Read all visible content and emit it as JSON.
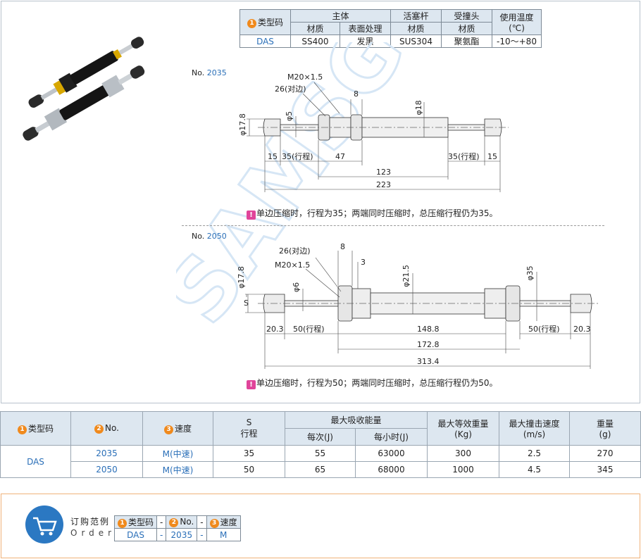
{
  "material_table": {
    "type_code_label": "类型码",
    "col_body": "主体",
    "col_rod": "活塞杆",
    "col_head": "受撞头",
    "col_temp": "使用温度",
    "temp_unit": "(℃)",
    "sub_material": "材质",
    "sub_surface": "表面处理",
    "row_type": "DAS",
    "row_body_material": "SS400",
    "row_surface": "发黑",
    "row_rod_material": "SUS304",
    "row_head_material": "聚氨酯",
    "row_temp": "-10～+80"
  },
  "badges": {
    "one": "1",
    "two": "2",
    "three": "3"
  },
  "drawing_2035": {
    "no_prefix": "No.",
    "no_value": "2035",
    "thread": "M20×1.5",
    "across_flats": "26(对边)",
    "dim_8": "8",
    "dia_178": "φ17.8",
    "dia_5": "φ5",
    "dia_18": "φ18",
    "dim_15_left": "15",
    "dim_stroke_left": "35(行程)",
    "dim_47": "47",
    "dim_stroke_right": "35(行程)",
    "dim_15_right": "15",
    "dim_123": "123",
    "dim_223": "223",
    "note": "单边压缩时，行程为35；两端同时压缩时，总压缩行程仍为35。"
  },
  "drawing_2050": {
    "no_prefix": "No.",
    "no_value": "2050",
    "across_flats": "26(对边)",
    "thread": "M20×1.5",
    "dim_8": "8",
    "dim_3": "3",
    "dia_178": "φ17.8",
    "dia_6": "φ6",
    "dia_215": "φ21.5",
    "dia_35": "φ35",
    "dim_s": "S",
    "dim_203_left": "20.3",
    "dim_stroke_left": "50(行程)",
    "dim_1488": "148.8",
    "dim_stroke_right": "50(行程)",
    "dim_203_right": "20.3",
    "dim_1728": "172.8",
    "dim_3134": "313.4",
    "note": "单边压缩时，行程为50；两端同时压缩时，总压缩行程仍为50。"
  },
  "watermark": "SAMSG",
  "spec_table": {
    "h_type": "类型码",
    "h_no": "No.",
    "h_speed": "速度",
    "h_s": "S",
    "h_stroke": "行程",
    "h_energy": "最大吸收能量",
    "h_per_cycle": "每次(J)",
    "h_per_hour": "每小时(J)",
    "h_eq_weight": "最大等效重量",
    "h_eq_weight_unit": "(Kg)",
    "h_impact_speed": "最大撞击速度",
    "h_impact_unit": "(m/s)",
    "h_weight": "重量",
    "h_weight_unit": "(g)",
    "type": "DAS",
    "rows": [
      {
        "no": "2035",
        "speed": "M(中速)",
        "stroke": "35",
        "per_cycle": "55",
        "per_hour": "63000",
        "eq_weight": "300",
        "impact": "2.5",
        "weight": "270"
      },
      {
        "no": "2050",
        "speed": "M(中速)",
        "stroke": "50",
        "per_cycle": "65",
        "per_hour": "68000",
        "eq_weight": "1000",
        "impact": "4.5",
        "weight": "345"
      }
    ]
  },
  "order": {
    "title_cn": "订购范例",
    "title_en": "Order",
    "h_type": "类型码",
    "h_no": "No.",
    "h_speed": "速度",
    "dash": "-",
    "v_type": "DAS",
    "v_no": "2035",
    "v_speed": "M"
  }
}
